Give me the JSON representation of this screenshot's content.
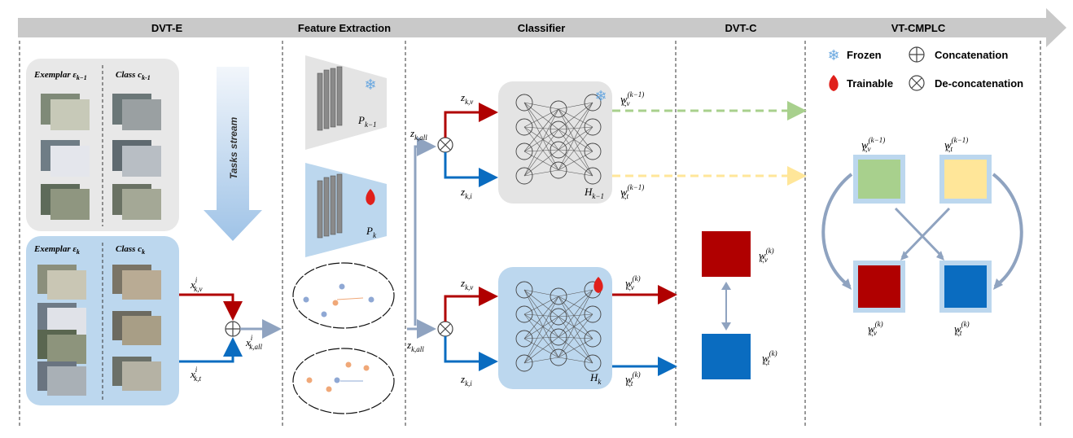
{
  "headers": {
    "dvt_e": "DVT-E",
    "feature_extraction": "Feature Extraction",
    "classifier": "Classifier",
    "dvt_c": "DVT-C",
    "vt_cmplc": "VT-CMPLC"
  },
  "legend": {
    "frozen": "Frozen",
    "trainable": "Trainable",
    "concatenation": "Concatenation",
    "deconcatenation": "De-concatenation"
  },
  "dvt_e": {
    "exemplar_prev": "Exemplar ε",
    "exemplar_prev_sub": "k−1",
    "class_prev": "Class c",
    "class_prev_sub": "k-1",
    "exemplar_cur": "Exemplar ε",
    "exemplar_cur_sub": "k",
    "class_cur": "Class c",
    "class_cur_sub": "k",
    "tasks_stream": "Tasks stream"
  },
  "math": {
    "x_kv": "x",
    "x_kv_sup": "i",
    "x_kv_sub": "k,v",
    "x_kt": "x",
    "x_kt_sup": "i",
    "x_kt_sub": "k,t",
    "x_kall": "x",
    "x_kall_sup": "i",
    "x_kall_sub": "k,all",
    "p_prev": "P",
    "p_prev_sub": "k−1",
    "p_cur": "P",
    "p_cur_sub": "k",
    "z": "z",
    "z_kv_sub": "k,v",
    "z_ki_sub": "k,i",
    "z_kall_sub": "k,all",
    "h": "H",
    "h_prev_sub": "k−1",
    "h_cur_sub": "k",
    "w": "w",
    "w_kv_sub": "k,v",
    "w_kt_sub": "k,t",
    "sup_prev": "(k−1)",
    "sup_cur": "(k)"
  },
  "colors": {
    "arrow_band": "#c9c9c9",
    "gray_panel": "#e8e8e8",
    "blue_panel": "#bcd7ee",
    "red": "#b00000",
    "blue": "#0a6cc0",
    "green": "#a8d08d",
    "yellow": "#ffe699",
    "connector": "#8fa3c0"
  }
}
